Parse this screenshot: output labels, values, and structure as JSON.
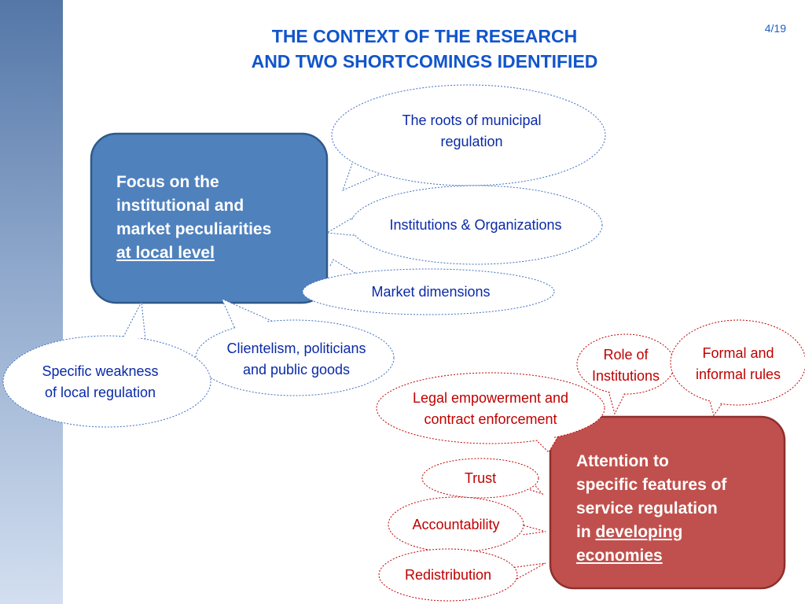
{
  "title": {
    "line1": "THE CONTEXT OF THE RESEARCH",
    "line2": "AND TWO SHORTCOMINGS IDENTIFIED"
  },
  "page_number": "4/19",
  "colors": {
    "title_blue": "#1155cc",
    "box_blue": "#4f81bd",
    "box_red": "#c0504d",
    "bubble_blue_text": "#0a2aa8",
    "bubble_red_text": "#c00000"
  },
  "blue_box": {
    "line1": "Focus on the",
    "line2": "institutional and",
    "line3": "market peculiarities",
    "line4": "at local level"
  },
  "red_box": {
    "line1": "Attention to",
    "line2": "specific features of",
    "line3": "service regulation",
    "line4_prefix": "in ",
    "line4_underlined": "developing",
    "line5": "economies"
  },
  "blue_bubbles": {
    "roots": [
      "The roots of municipal",
      "regulation"
    ],
    "institutions": "Institutions & Organizations",
    "market": "Market dimensions",
    "clientelism": [
      "Clientelism, politicians",
      "and public goods"
    ],
    "weakness": [
      "Specific weakness",
      "of local regulation"
    ]
  },
  "red_bubbles": {
    "role": [
      "Role of",
      "Institutions"
    ],
    "formal": [
      "Formal and",
      "informal rules"
    ],
    "legal": [
      "Legal empowerment and",
      "contract enforcement"
    ],
    "trust": "Trust",
    "accountability": "Accountability",
    "redistribution": "Redistribution"
  }
}
